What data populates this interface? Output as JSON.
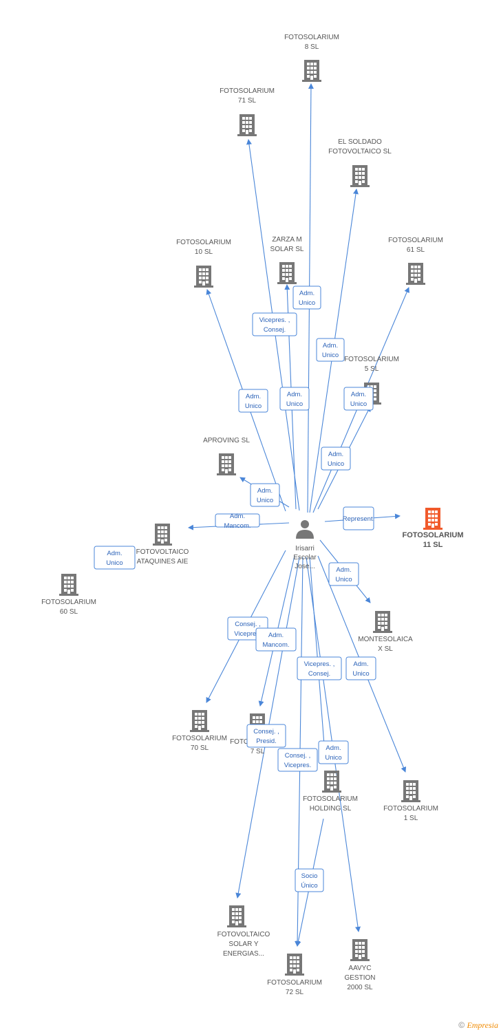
{
  "colors": {
    "edge": "#4a86d8",
    "building": "#777777",
    "highlight": "#f15a2b",
    "person": "#777777"
  },
  "center": {
    "name_lines": [
      "Irisarri",
      "Escolar",
      "Jose..."
    ]
  },
  "nodes": [
    {
      "id": "fs8",
      "lines": [
        "FOTOSOLARIUM",
        "8  SL"
      ]
    },
    {
      "id": "fs71",
      "lines": [
        "FOTOSOLARIUM",
        "71 SL"
      ]
    },
    {
      "id": "soldado",
      "lines": [
        "EL SOLDADO",
        "FOTOVOLTAICO SL"
      ]
    },
    {
      "id": "fs10",
      "lines": [
        "FOTOSOLARIUM",
        "10 SL"
      ]
    },
    {
      "id": "zarza",
      "lines": [
        "ZARZA M",
        "SOLAR SL"
      ]
    },
    {
      "id": "fs61",
      "lines": [
        "FOTOSOLARIUM",
        "61  SL"
      ]
    },
    {
      "id": "fs5",
      "lines": [
        "FOTOSOLARIUM",
        "5 SL"
      ]
    },
    {
      "id": "aproving",
      "lines": [
        "APROVING SL"
      ]
    },
    {
      "id": "fs11",
      "lines": [
        "FOTOSOLARIUM",
        "11 SL"
      ],
      "highlight": true
    },
    {
      "id": "ataquines",
      "lines": [
        "FOTOVOLTAICO",
        "ATAQUINES AIE"
      ]
    },
    {
      "id": "fs60",
      "lines": [
        "FOTOSOLARIUM",
        "60  SL"
      ]
    },
    {
      "id": "montesolaica",
      "lines": [
        "MONTESOLAICA",
        "X SL"
      ]
    },
    {
      "id": "fs70",
      "lines": [
        "FOTOSOLARIUM",
        "70 SL"
      ]
    },
    {
      "id": "fs7",
      "lines": [
        "FOTOSOLARIUM",
        "7 SL"
      ]
    },
    {
      "id": "holding",
      "lines": [
        "FOTOSOLARIUM",
        "HOLDING  SL"
      ]
    },
    {
      "id": "fs1",
      "lines": [
        "FOTOSOLARIUM",
        "1 SL"
      ]
    },
    {
      "id": "fotovoltaico_solar",
      "lines": [
        "FOTOVOLTAICO",
        "SOLAR Y",
        "ENERGIAS..."
      ]
    },
    {
      "id": "fs72",
      "lines": [
        "FOTOSOLARIUM",
        "72 SL"
      ]
    },
    {
      "id": "aavyc",
      "lines": [
        "AAVYC",
        "GESTION",
        "2000 SL"
      ]
    }
  ],
  "badges": [
    {
      "lines": [
        "Adm.",
        "Unico"
      ]
    },
    {
      "lines": [
        "Vicepres. ,",
        "Consej."
      ]
    },
    {
      "lines": [
        "Adm.",
        "Unico"
      ]
    },
    {
      "lines": [
        "Adm.",
        "Unico"
      ]
    },
    {
      "lines": [
        "Adm.",
        "Unico"
      ]
    },
    {
      "lines": [
        "Adm.",
        "Unico"
      ]
    },
    {
      "lines": [
        "Adm.",
        "Unico"
      ]
    },
    {
      "lines": [
        "Adm.",
        "Unico"
      ]
    },
    {
      "lines": [
        "Represent."
      ]
    },
    {
      "lines": [
        "Adm.",
        "Mancom."
      ]
    },
    {
      "lines": [
        "Adm.",
        "Unico"
      ]
    },
    {
      "lines": [
        "Adm.",
        "Unico"
      ]
    },
    {
      "lines": [
        "Consej. ,",
        "Vicepres."
      ]
    },
    {
      "lines": [
        "Adm.",
        "Mancom."
      ]
    },
    {
      "lines": [
        "Vicepres. ,",
        "Consej."
      ]
    },
    {
      "lines": [
        "Adm.",
        "Unico"
      ]
    },
    {
      "lines": [
        "Consej. ,",
        "Presid."
      ]
    },
    {
      "lines": [
        "Consej. ,",
        "Vicepres."
      ]
    },
    {
      "lines": [
        "Adm.",
        "Unico"
      ]
    },
    {
      "lines": [
        "Socio",
        "Único"
      ]
    }
  ],
  "watermark": {
    "copyright": "©",
    "brand": "Empresia"
  }
}
